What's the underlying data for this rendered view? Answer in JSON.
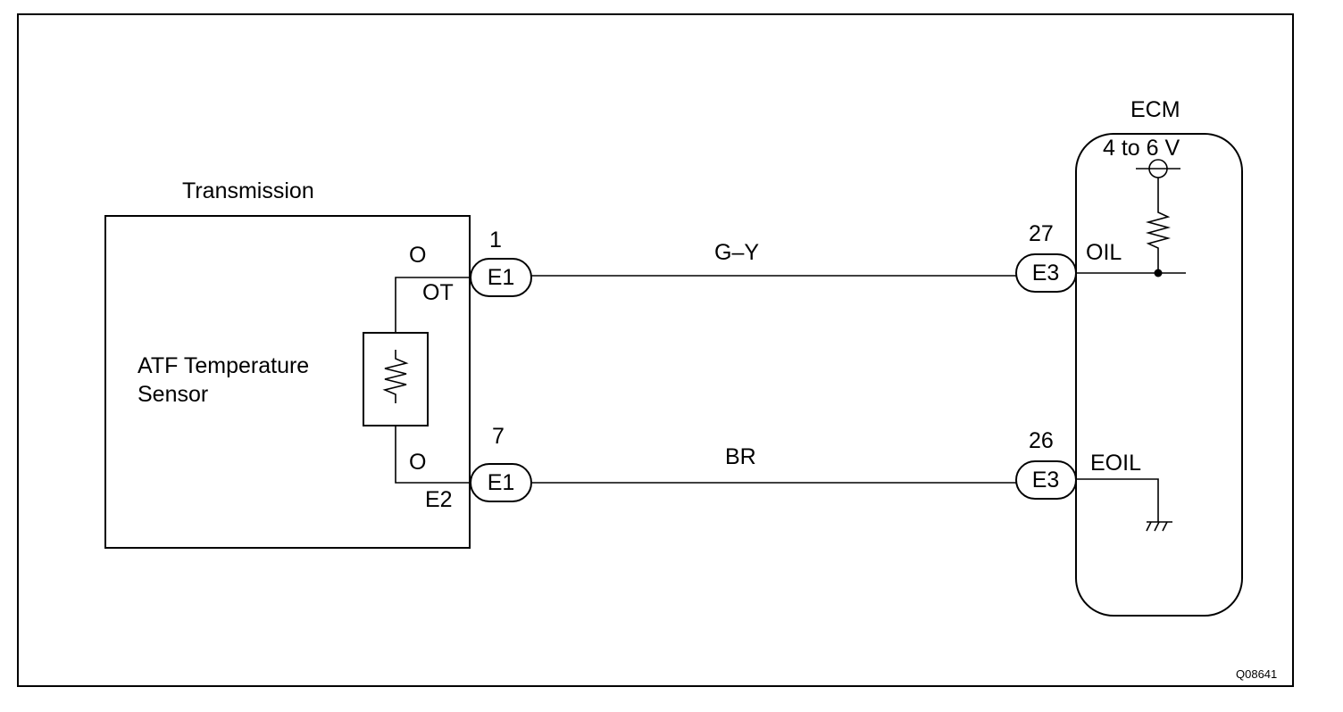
{
  "transmission": {
    "title": "Transmission",
    "sensor_line1": "ATF Temperature",
    "sensor_line2": "Sensor",
    "top_terminal_marker": "O",
    "top_terminal_name": "OT",
    "bottom_terminal_marker": "O",
    "bottom_terminal_name": "E2"
  },
  "connectors": {
    "left_top_pin": "1",
    "left_top_code": "E1",
    "left_bottom_pin": "7",
    "left_bottom_code": "E1",
    "right_top_pin": "27",
    "right_top_code": "E3",
    "right_bottom_pin": "26",
    "right_bottom_code": "E3"
  },
  "wires": {
    "top_color": "G–Y",
    "bottom_color": "BR"
  },
  "ecm": {
    "title": "ECM",
    "voltage": "4 to 6 V",
    "signal_terminal": "OIL",
    "ground_terminal": "EOIL"
  },
  "figure_code": "Q08641"
}
